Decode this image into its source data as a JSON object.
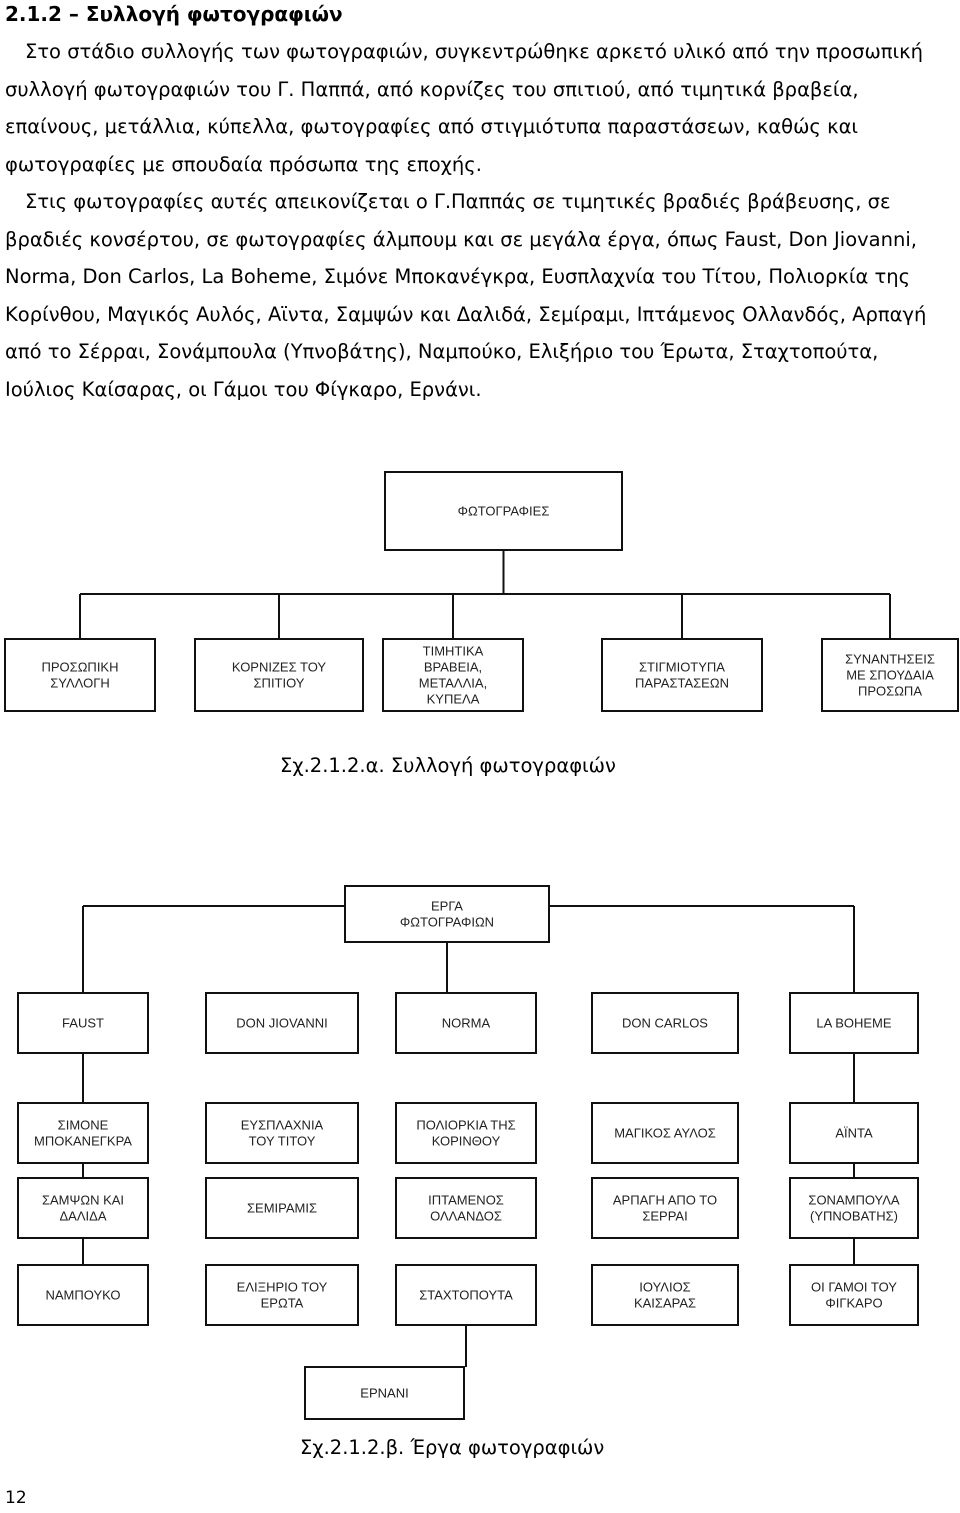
{
  "section": {
    "heading": "2.1.2 – Συλλογή φωτογραφιών",
    "paragraph1": "Στο στάδιο συλλογής των φωτογραφιών, συγκεντρώθηκε αρκετό υλικό από την προσωπική συλλογή φωτογραφιών του Γ. Παππά, από κορνίζες του σπιτιού, από τιμητικά βραβεία, επαίνους, μετάλλια, κύπελλα, φωτογραφίες από στιγμιότυπα παραστάσεων, καθώς και φωτογραφίες με σπουδαία πρόσωπα της εποχής.",
    "paragraph2": "Στις φωτογραφίες αυτές απεικονίζεται ο Γ.Παππάς σε τιμητικές βραδιές βράβευσης, σε βραδιές κονσέρτου, σε φωτογραφίες άλμπουμ και σε μεγάλα έργα, όπως Faust, Don Jiovanni, Norma, Don Carlos, La Boheme, Σιμόνε Μποκανέγκρα, Ευσπλαχνία του Τίτου, Πολιορκία της Κορίνθου, Μαγικός Αυλός, Αϊντα, Σαμψών και Δαλιδά, Σεμίραμι, Ιπτάμενος Ολλανδός, Αρπαγή από το Σέρραι, Σονάμπουλα (Υπνοβάτης), Ναμπούκο, Ελιξήριο του Έρωτα, Σταχτοπούτα, Ιούλιος Καίσαρας, οι Γάμοι του Φίγκαρο, Ερνάνι."
  },
  "figure_a": {
    "caption": "Σχ.2.1.2.α. Συλλογή φωτογραφιών",
    "root": [
      "ΦΩΤΟΓΡΑΦΙΕΣ"
    ],
    "children": [
      [
        "ΠΡΟΣΩΠΙΚΗ",
        "ΣΥΛΛΟΓΗ"
      ],
      [
        "ΚΟΡΝΙΖΕΣ ΤΟΥ",
        "ΣΠΙΤΙΟΥ"
      ],
      [
        "ΤΙΜΗΤΙΚΑ",
        "ΒΡΑΒΕΙΑ,",
        "ΜΕΤΑΛΛΙΑ,",
        "ΚΥΠΕΛΑ"
      ],
      [
        "ΣΤΙΓΜΙΟΤΥΠΑ",
        "ΠΑΡΑΣΤΑΣΕΩΝ"
      ],
      [
        "ΣΥΝΑΝΤΗΣΕΙΣ",
        "ΜΕ ΣΠΟΥΔΑΙΑ",
        "ΠΡΟΣΩΠΑ"
      ]
    ]
  },
  "figure_b": {
    "caption": "Σχ.2.1.2.β. Έργα φωτογραφιών",
    "root": [
      "ΕΡΓΑ",
      "ΦΩΤΟΓΡΑΦΙΩΝ"
    ],
    "rows": [
      [
        [
          "FAUST"
        ],
        [
          "DON JIOVANNI"
        ],
        [
          "NORMA"
        ],
        [
          "DON CARLOS"
        ],
        [
          "LA BOHEME"
        ]
      ],
      [
        [
          "ΣΙΜΟΝΕ",
          "ΜΠΟΚΑΝΕΓΚΡΑ"
        ],
        [
          "ΕΥΣΠΛΑΧΝΙΑ",
          "ΤΟΥ ΤΙΤΟΥ"
        ],
        [
          "ΠΟΛΙΟΡΚΙΑ ΤΗΣ",
          "ΚΟΡΙΝΘΟΥ"
        ],
        [
          "ΜΑΓΙΚΟΣ ΑΥΛΟΣ"
        ],
        [
          "ΑΪΝΤΑ"
        ]
      ],
      [
        [
          "ΣΑΜΨΩΝ ΚΑΙ",
          "ΔΑΛΙΔΑ"
        ],
        [
          "ΣΕΜΙΡΑΜΙΣ"
        ],
        [
          "ΙΠΤΑΜΕΝΟΣ",
          "ΟΛΛΑΝΔΟΣ"
        ],
        [
          "ΑΡΠΑΓΗ ΑΠΟ ΤΟ",
          "ΣΕΡΡΑΙ"
        ],
        [
          "ΣΟΝΑΜΠΟΥΛΑ",
          "(ΥΠΝΟΒΑΤΗΣ)"
        ]
      ],
      [
        [
          "ΝΑΜΠΟΥΚΟ"
        ],
        [
          "ΕΛΙΞΗΡΙΟ ΤΟΥ",
          "ΕΡΩΤΑ"
        ],
        [
          "ΣΤΑΧΤΟΠΟΥΤΑ"
        ],
        [
          "ΙΟΥΛΙΟΣ",
          "ΚΑΙΣΑΡΑΣ"
        ],
        [
          "ΟΙ ΓΑΜΟΙ ΤΟΥ",
          "ΦΙΓΚΑΡΟ"
        ]
      ]
    ],
    "last": [
      "ΕΡΝΑΝΙ"
    ]
  },
  "page_number": "12"
}
